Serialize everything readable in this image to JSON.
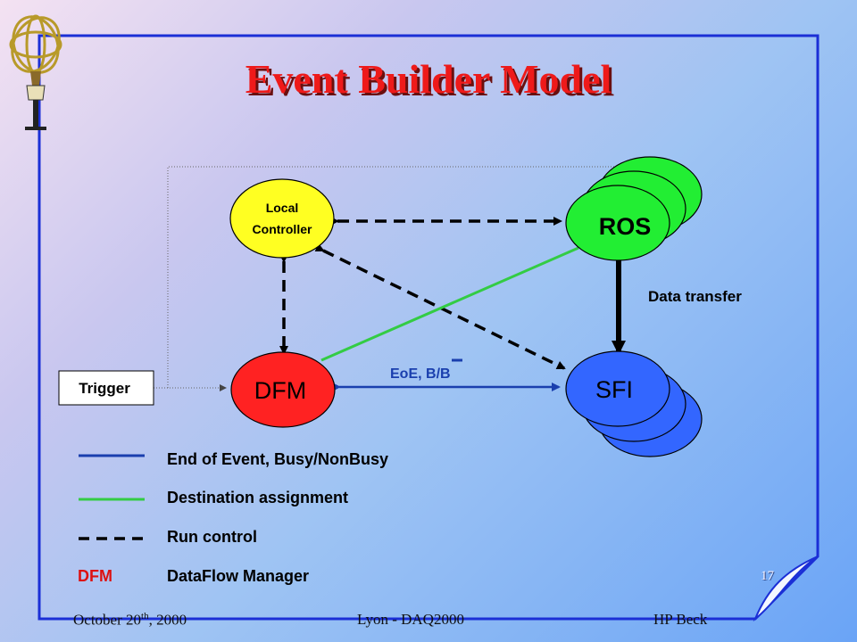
{
  "slide": {
    "title": "Event Builder Model",
    "page_number": "17"
  },
  "footer": {
    "date_prefix": "October 20",
    "date_suffix": "th",
    "date_year": ", 2000",
    "event": "Lyon - DAQ2000",
    "author": "HP Beck"
  },
  "nodes": {
    "local_controller_line1": "Local",
    "local_controller_line2": "Controller",
    "ros": "ROS",
    "dfm": "DFM",
    "sfi": "SFI",
    "trigger": "Trigger"
  },
  "labels": {
    "data_transfer": "Data transfer",
    "eoe": "EoE, B/B"
  },
  "legend": [
    {
      "key": "",
      "text": "End of Event, Busy/NonBusy",
      "line": "#1a3fae"
    },
    {
      "key": "",
      "text": "Destination assignment",
      "line": "#33cc44"
    },
    {
      "key": "",
      "text": "Run control",
      "line": "#000000"
    },
    {
      "key": "DFM",
      "text": "DataFlow Manager",
      "line": ""
    }
  ],
  "colors": {
    "title": "#ee1a1a",
    "frame": "#1b2fd6",
    "local_controller": "#ffff22",
    "ros": "#22ee33",
    "dfm": "#ff2222",
    "sfi": "#3366ff",
    "blue_line": "#1a3fae",
    "green_line": "#33cc44",
    "dfm_key": "#dd1111"
  }
}
